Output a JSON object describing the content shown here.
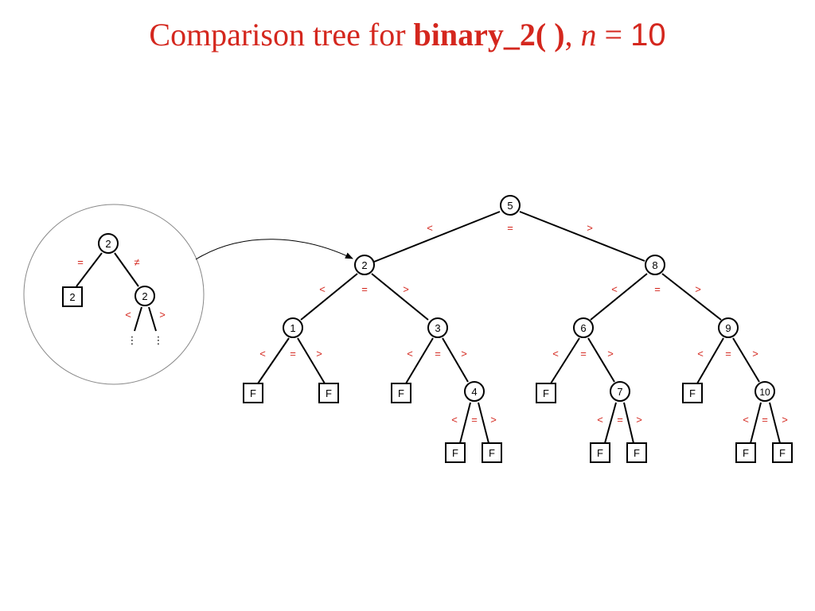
{
  "title": {
    "prefix": "Comparison tree for ",
    "function_name": "binary_2( )",
    "separator": ", ",
    "variable": "n",
    "equals": " = ",
    "value": "10"
  },
  "colors": {
    "title": "#d4271e",
    "edge_labels": "#d4271e",
    "lines": "#000000",
    "zoom_circle": "#888888"
  },
  "symbols": {
    "less": "<",
    "equal": "=",
    "greater": ">",
    "not_equal": "≠",
    "ellipsis": "⋮"
  },
  "main_tree": {
    "nodes": [
      {
        "id": "n5",
        "label": "5",
        "shape": "circle"
      },
      {
        "id": "n2",
        "label": "2",
        "shape": "circle"
      },
      {
        "id": "n8",
        "label": "8",
        "shape": "circle"
      },
      {
        "id": "n1",
        "label": "1",
        "shape": "circle"
      },
      {
        "id": "n3",
        "label": "3",
        "shape": "circle"
      },
      {
        "id": "n6",
        "label": "6",
        "shape": "circle"
      },
      {
        "id": "n9",
        "label": "9",
        "shape": "circle"
      },
      {
        "id": "n4",
        "label": "4",
        "shape": "circle"
      },
      {
        "id": "n7",
        "label": "7",
        "shape": "circle"
      },
      {
        "id": "n10",
        "label": "10",
        "shape": "circle"
      },
      {
        "id": "f1",
        "label": "F",
        "shape": "square"
      },
      {
        "id": "f2",
        "label": "F",
        "shape": "square"
      },
      {
        "id": "f3",
        "label": "F",
        "shape": "square"
      },
      {
        "id": "f4",
        "label": "F",
        "shape": "square"
      },
      {
        "id": "f5",
        "label": "F",
        "shape": "square"
      },
      {
        "id": "f6",
        "label": "F",
        "shape": "square"
      },
      {
        "id": "f7",
        "label": "F",
        "shape": "square"
      },
      {
        "id": "f8",
        "label": "F",
        "shape": "square"
      },
      {
        "id": "f9",
        "label": "F",
        "shape": "square"
      },
      {
        "id": "f10",
        "label": "F",
        "shape": "square"
      },
      {
        "id": "f11",
        "label": "F",
        "shape": "square"
      }
    ],
    "edges": [
      {
        "from": "n5",
        "to": "n2"
      },
      {
        "from": "n5",
        "to": "n8"
      },
      {
        "from": "n2",
        "to": "n1"
      },
      {
        "from": "n2",
        "to": "n3"
      },
      {
        "from": "n8",
        "to": "n6"
      },
      {
        "from": "n8",
        "to": "n9"
      },
      {
        "from": "n1",
        "to": "f1"
      },
      {
        "from": "n1",
        "to": "f2"
      },
      {
        "from": "n3",
        "to": "f3"
      },
      {
        "from": "n3",
        "to": "n4"
      },
      {
        "from": "n6",
        "to": "f5"
      },
      {
        "from": "n6",
        "to": "n7"
      },
      {
        "from": "n9",
        "to": "f8"
      },
      {
        "from": "n9",
        "to": "n10"
      },
      {
        "from": "n4",
        "to": "f4a"
      },
      {
        "from": "n4",
        "to": "f4b"
      },
      {
        "from": "n7",
        "to": "f6"
      },
      {
        "from": "n7",
        "to": "f7"
      },
      {
        "from": "n10",
        "to": "f9"
      },
      {
        "from": "n10",
        "to": "f10"
      }
    ]
  },
  "zoom_inset": {
    "nodes": [
      {
        "id": "z_root",
        "label": "2",
        "shape": "circle"
      },
      {
        "id": "z_leaf",
        "label": "2",
        "shape": "square"
      },
      {
        "id": "z_mid",
        "label": "2",
        "shape": "circle"
      }
    ]
  }
}
